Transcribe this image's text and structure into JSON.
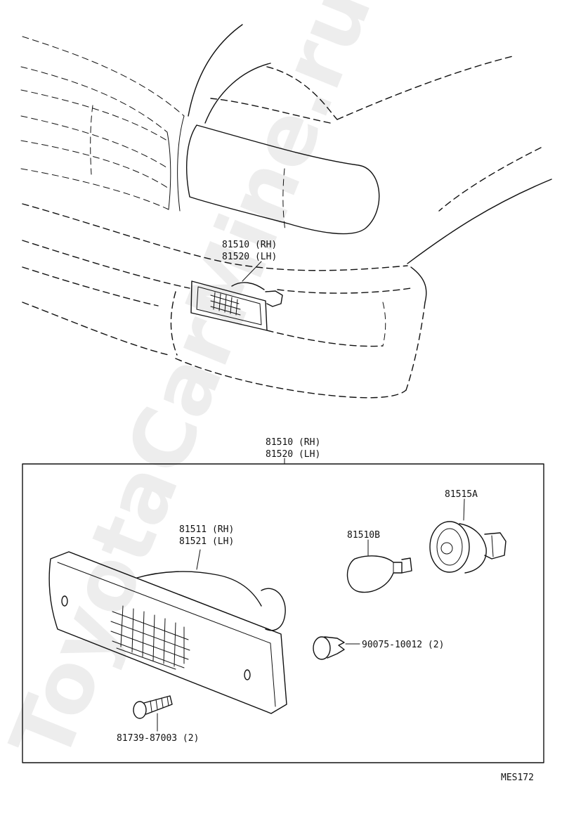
{
  "watermark": "ToyotaCarMine.ru",
  "diagram_code": "MES172",
  "vehicle_view": {
    "part_rh": "81510 (RH)",
    "part_lh": "81520 (LH)"
  },
  "assembly": {
    "part_rh": "81510 (RH)",
    "part_lh": "81520 (LH)"
  },
  "parts": {
    "lens": {
      "rh": "81511 (RH)",
      "lh": "81521 (LH)"
    },
    "bulb": "81510B",
    "socket": "81515A",
    "clip": "90075-10012 (2)",
    "screw": "81739-87003 (2)"
  }
}
